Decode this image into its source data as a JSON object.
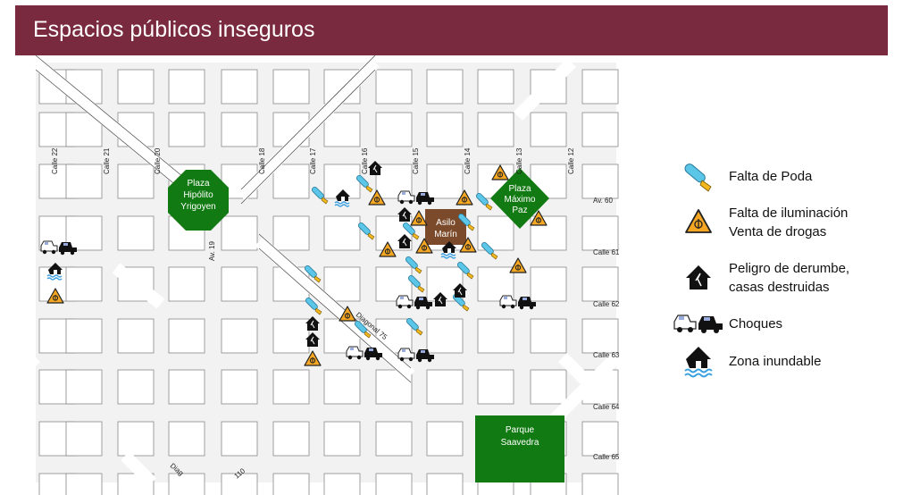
{
  "header": {
    "title": "Espacios públicos inseguros",
    "bg_color": "#7a2a3e"
  },
  "map": {
    "streets_vertical": [
      "Calle 22",
      "Calle 21",
      "Calle 20",
      "Calle 18",
      "Calle 17",
      "Calle 16",
      "Calle 15",
      "Calle 14",
      "Calle 13",
      "Calle 12"
    ],
    "streets_horizontal": [
      "Av. 60",
      "Calle 61",
      "Calle 62",
      "Calle 63",
      "Calle 64",
      "Calle 65"
    ],
    "avenue_19": "Av. 19",
    "diagonal_75": "Diagonal 75",
    "diagonal_bottom": "Diag",
    "street_110": "110",
    "plaza_yrigoyen": [
      "Plaza",
      "Hipólito",
      "Yrigoyen"
    ],
    "plaza_paz": [
      "Plaza",
      "Máximo",
      "Paz"
    ],
    "asilo": [
      "Asilo",
      "Marín"
    ],
    "parque": [
      "Parque",
      "Saavedra"
    ],
    "green_color": "#127a12",
    "asilo_color": "#7b4a2a"
  },
  "legend": [
    {
      "icon": "chainsaw-icon",
      "lines": [
        "Falta de Poda"
      ]
    },
    {
      "icon": "warning-lamp-icon",
      "lines": [
        "Falta de iluminación",
        "Venta de drogas"
      ]
    },
    {
      "icon": "collapsed-house-icon",
      "lines": [
        "Peligro de derumbe,",
        "casas destruidas"
      ]
    },
    {
      "icon": "car-crash-icon",
      "lines": [
        "Choques"
      ]
    },
    {
      "icon": "flooded-house-icon",
      "lines": [
        "Zona inundable"
      ]
    }
  ]
}
